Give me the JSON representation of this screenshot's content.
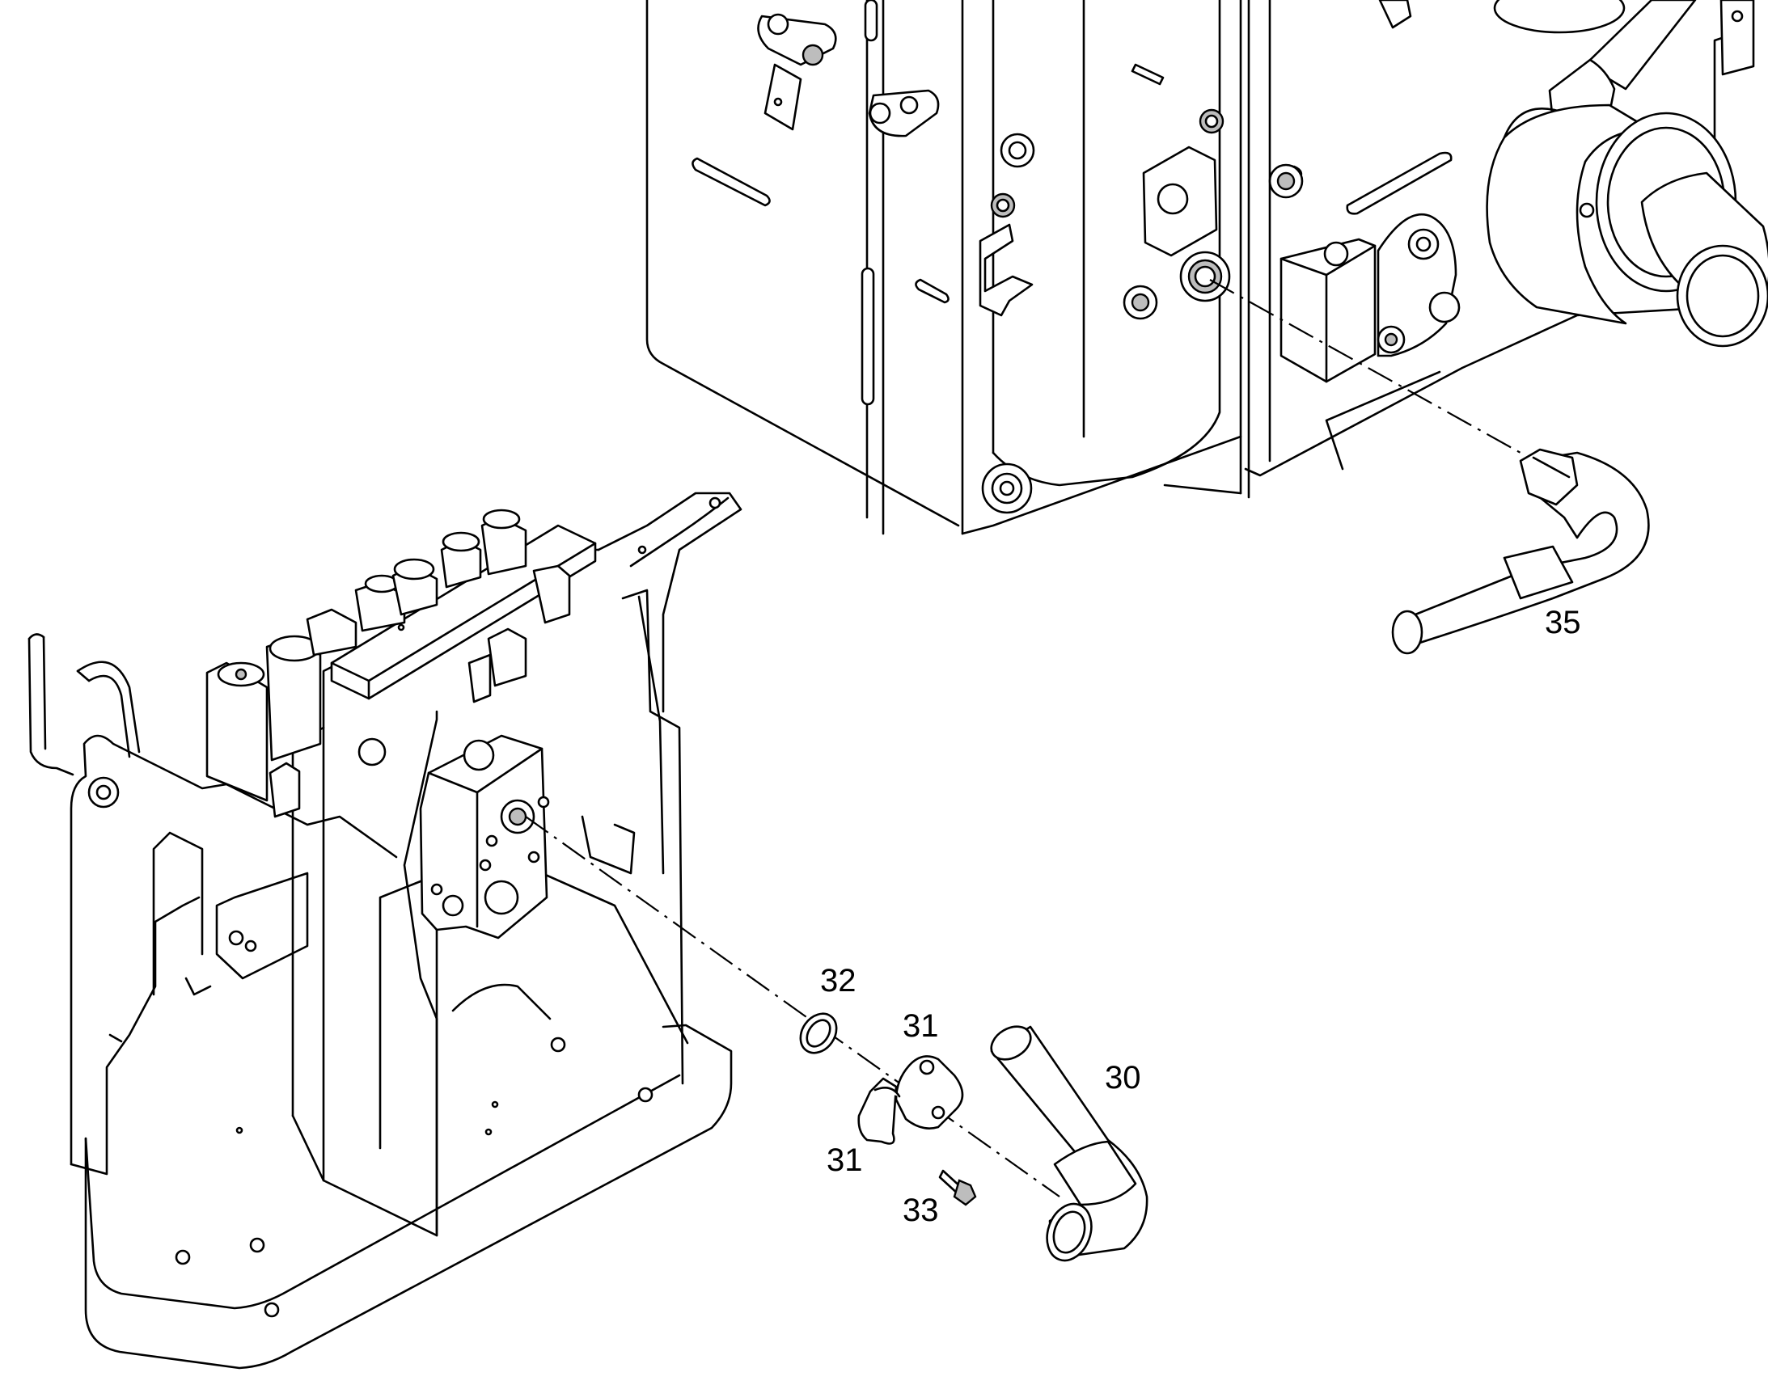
{
  "callouts": [
    {
      "id": "c35",
      "text": "35"
    },
    {
      "id": "c32",
      "text": "32"
    },
    {
      "id": "c31a",
      "text": "31"
    },
    {
      "id": "c30",
      "text": "30"
    },
    {
      "id": "c31b",
      "text": "31"
    },
    {
      "id": "c33",
      "text": "33"
    }
  ]
}
